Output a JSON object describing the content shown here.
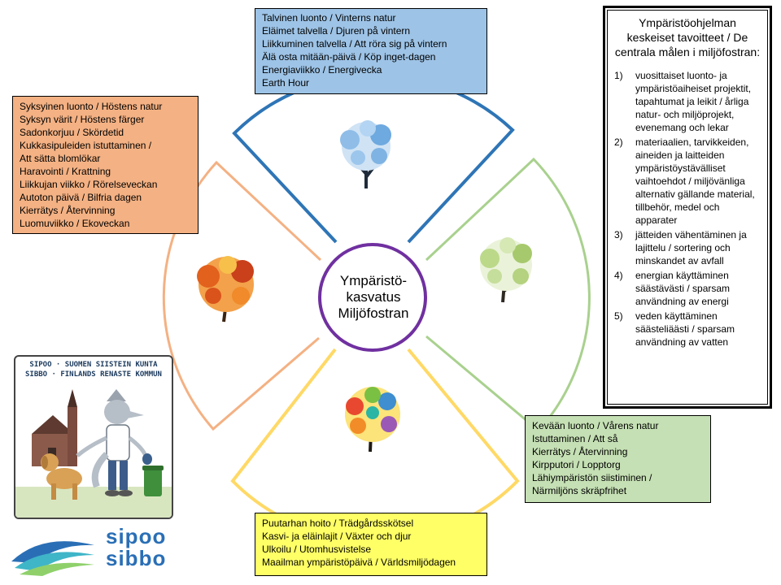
{
  "center": {
    "lines": [
      "Ympäristö-",
      "kasvatus",
      "Miljöfostran"
    ]
  },
  "seasons": {
    "winter": {
      "lines": [
        "Talvinen  luonto / Vinterns natur",
        "Eläimet talvella  / Djuren  på vintern",
        "Liikkuminen talvella / Att röra sig på vintern",
        "Älä osta mitään-päivä  / Köp inget-dagen",
        "Energiaviikko  / Energivecka",
        "Earth Hour"
      ]
    },
    "autumn": {
      "lines": [
        "Syksyinen luonto / Höstens natur",
        "Syksyn värit  / Höstens färger",
        "Sadonkorjuu  / Skördetid",
        "Kukkasipuleiden istuttaminen /",
        "Att sätta blomlökar",
        "Haravointi  / Krattning",
        "Liikkujan viikko / Rörelseveckan",
        "Autoton päivä / Bilfria dagen",
        "Kierrätys / Återvinning",
        "Luomuviikko  / Ekoveckan"
      ]
    },
    "spring": {
      "lines": [
        "Kevään luonto / Vårens natur",
        "Istuttaminen / Att så",
        "Kierrätys / Återvinning",
        "Kirpputori / Lopptorg",
        "Lähiympäristön siistiminen /",
        "Närmiljöns skräpfrihet"
      ]
    },
    "summer": {
      "lines": [
        "Puutarhan hoito / Trädgårdsskötsel",
        "Kasvi- ja eläinlajit / Växter och djur",
        "Ulkoilu / Utomhusvistelse",
        "Maailman ympäristöpäivä  / Världsmiljödagen"
      ]
    }
  },
  "goals": {
    "title": "Ympäristöohjelman keskeiset tavoitteet / De centrala målen i miljöfostran:",
    "items": [
      {
        "num": "1)",
        "text": "vuosittaiset luonto- ja ympäristöaiheiset projektit, tapahtumat ja leikit / årliga natur- och miljöprojekt, evenemang och lekar"
      },
      {
        "num": "2)",
        "text": "materiaalien, tarvikkeiden, aineiden ja laitteiden ympäristöystävälliset vaihtoehdot  / miljövänliga alternativ gällande material, tillbehör, medel och apparater"
      },
      {
        "num": "3)",
        "text": "jätteiden vähentäminen ja lajittelu / sortering och minskandet av avfall"
      },
      {
        "num": "4)",
        "text": "energian käyttäminen säästävästi  / sparsam användning  av energi"
      },
      {
        "num": "5)",
        "text": "veden  käyttäminen säästeliäästi / sparsam användning  av vatten"
      }
    ]
  },
  "mascot": {
    "banner_line1": "SIPOO · SUOMEN SIISTEIN KUNTA",
    "banner_line2": "SIBBO · FINLANDS RENASTE KOMMUN"
  },
  "logo": {
    "line1": "sipoo",
    "line2": "sibbo"
  },
  "colors": {
    "winter": "#2e75b6",
    "autumn": "#f4b183",
    "spring": "#a9d18e",
    "summer": "#ffd966",
    "center_ring": "#7030a0",
    "winter_box": "#9dc3e6",
    "autumn_box": "#f4b183",
    "spring_box": "#c5e0b4",
    "summer_box": "#ffff66",
    "logo_blue": "#2a6fb6",
    "logo_teal": "#3fb5c8"
  }
}
